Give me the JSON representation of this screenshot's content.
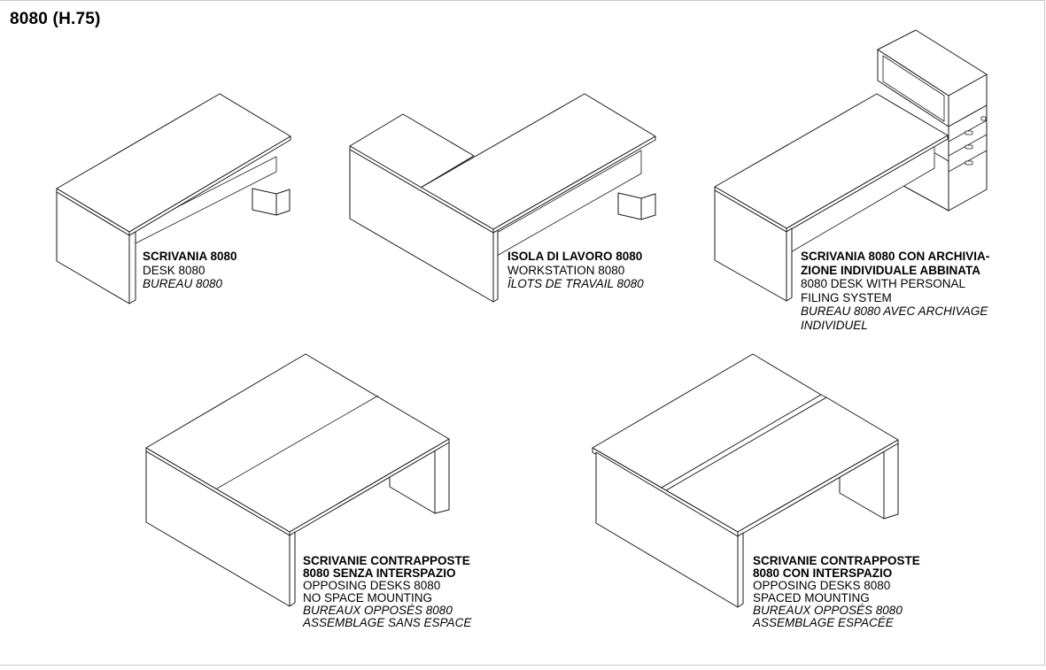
{
  "page": {
    "title": "8080 (H.75)"
  },
  "products": [
    {
      "it": [
        "SCRIVANIA 8080"
      ],
      "en": [
        "DESK 8080"
      ],
      "fr": [
        "BUREAU 8080"
      ]
    },
    {
      "it": [
        "ISOLA DI LAVORO 8080"
      ],
      "en": [
        "WORKSTATION 8080"
      ],
      "fr": [
        "ÎLOTS DE TRAVAIL 8080"
      ]
    },
    {
      "it": [
        "SCRIVANIA 8080 CON ARCHIVIA-",
        "ZIONE INDIVIDUALE ABBINATA"
      ],
      "en": [
        "8080 DESK WITH PERSONAL",
        "FILING SYSTEM"
      ],
      "fr": [
        "BUREAU 8080 AVEC ARCHIVAGE",
        "INDIVIDUEL"
      ]
    },
    {
      "it": [
        "SCRIVANIE CONTRAPPOSTE",
        "8080 SENZA INTERSPAZIO"
      ],
      "en": [
        "OPPOSING DESKS 8080",
        "NO SPACE MOUNTING"
      ],
      "fr": [
        "BUREAUX OPPOSÉS 8080",
        "ASSEMBLAGE SANS ESPACE"
      ]
    },
    {
      "it": [
        "SCRIVANIE CONTRAPPOSTE",
        "8080 CON INTERSPAZIO"
      ],
      "en": [
        "OPPOSING DESKS 8080",
        "SPACED MOUNTING"
      ],
      "fr": [
        "BUREAUX OPPOSÉS 8080",
        "ASSEMBLAGE ESPACÉE"
      ]
    }
  ]
}
